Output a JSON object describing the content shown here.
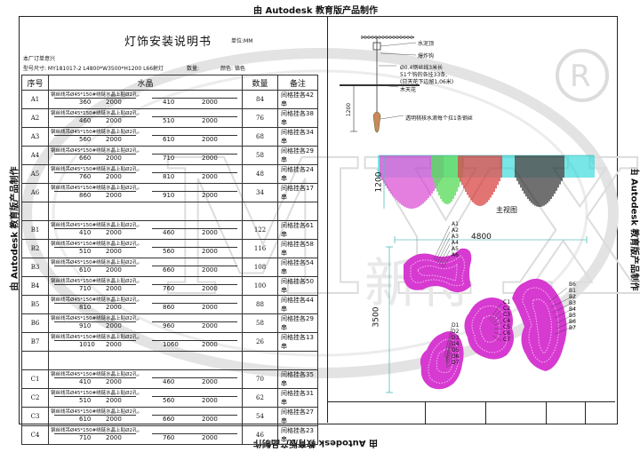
{
  "edu_banner": "由 Autodesk 教育版产品制作",
  "left_title": "灯饰安装说明书",
  "unit": "单位:MM",
  "factory_label": "本厂订单意兴",
  "model_line": "型号尺寸: MY181017-2 L4800*W3500*H1200 L66射灯",
  "qty_label": "数量:",
  "color_label": "颜色: 铬色",
  "headers": [
    "序号",
    "水晶",
    "数量",
    "备注"
  ],
  "wire_desc": "钢丝线吊Ø45*150#绕链水晶上贴Ø2孔。",
  "groups": [
    {
      "rows": [
        {
          "code": "A1",
          "l1": "360",
          "l2": "2000",
          "r1": "410",
          "r2": "2000",
          "qty": "84",
          "note": "间格挂各42串"
        },
        {
          "code": "A2",
          "l1": "460",
          "l2": "2000",
          "r1": "510",
          "r2": "2000",
          "qty": "76",
          "note": "间格挂各38串"
        },
        {
          "code": "A3",
          "l1": "560",
          "l2": "2000",
          "r1": "610",
          "r2": "2000",
          "qty": "68",
          "note": "间格挂各34串"
        },
        {
          "code": "A4",
          "l1": "660",
          "l2": "2000",
          "r1": "710",
          "r2": "2000",
          "qty": "58",
          "note": "间格挂各29串"
        },
        {
          "code": "A5",
          "l1": "760",
          "l2": "2000",
          "r1": "810",
          "r2": "2000",
          "qty": "48",
          "note": "间格挂各24串"
        },
        {
          "code": "A6",
          "l1": "860",
          "l2": "2000",
          "r1": "910",
          "r2": "2000",
          "qty": "34",
          "note": "间格挂各17串"
        }
      ]
    },
    {
      "rows": [
        {
          "code": "B1",
          "l1": "410",
          "l2": "2000",
          "r1": "460",
          "r2": "2000",
          "qty": "122",
          "note": "间格挂各61串"
        },
        {
          "code": "B2",
          "l1": "510",
          "l2": "2000",
          "r1": "560",
          "r2": "2000",
          "qty": "116",
          "note": "间格挂各58串"
        },
        {
          "code": "B3",
          "l1": "610",
          "l2": "2000",
          "r1": "660",
          "r2": "2000",
          "qty": "108",
          "note": "间格挂各54串"
        },
        {
          "code": "B4",
          "l1": "710",
          "l2": "2000",
          "r1": "760",
          "r2": "2000",
          "qty": "100",
          "note": "间格挂各50串"
        },
        {
          "code": "B5",
          "l1": "810",
          "l2": "2000",
          "r1": "860",
          "r2": "2000",
          "qty": "88",
          "note": "间格挂各44串"
        },
        {
          "code": "B6",
          "l1": "910",
          "l2": "2000",
          "r1": "960",
          "r2": "2000",
          "qty": "58",
          "note": "间格挂各29串"
        },
        {
          "code": "B7",
          "l1": "1010",
          "l2": "2000",
          "r1": "1060",
          "r2": "2000",
          "qty": "26",
          "note": "间格挂各13串"
        }
      ]
    },
    {
      "rows": [
        {
          "code": "C1",
          "l1": "410",
          "l2": "2000",
          "r1": "460",
          "r2": "2000",
          "qty": "70",
          "note": "间格挂各35串"
        },
        {
          "code": "C2",
          "l1": "510",
          "l2": "2000",
          "r1": "560",
          "r2": "2000",
          "qty": "62",
          "note": "间格挂各31串"
        },
        {
          "code": "C3",
          "l1": "610",
          "l2": "2000",
          "r1": "660",
          "r2": "2000",
          "qty": "54",
          "note": "间格挂各27串"
        },
        {
          "code": "C4",
          "l1": "710",
          "l2": "2000",
          "r1": "760",
          "r2": "2000",
          "qty": "46",
          "note": "间格挂各23串"
        }
      ]
    }
  ],
  "callouts": {
    "ceiling": "水泥顶",
    "screw": "爆炸钩",
    "wire_a": "Ø0.4钢丝线3米长",
    "wire_b": "51个钩的各挂33条,",
    "wire_c": "(日天花下边留1,06米)",
    "ceiling_plate": "木天花",
    "crystal": "透明桃核水滴每个拉1条钢丝",
    "dim_1200a": "1200",
    "dim_1200b": "1200",
    "front_view": "主视图",
    "dim_4800": "4800",
    "dim_3500": "3500"
  },
  "labels_a": [
    "A1",
    "A2",
    "A3",
    "A4",
    "A5",
    "A6"
  ],
  "labels_b": [
    "B6",
    "B1",
    "B2",
    "B3",
    "B4",
    "B5",
    "B6",
    "B7"
  ],
  "labels_c": [
    "C1",
    "C2",
    "C3",
    "C4",
    "C5",
    "C6",
    "C7"
  ],
  "labels_d": [
    "D1",
    "D2",
    "D3",
    "D4",
    "D5",
    "D6",
    "D7"
  ],
  "watermark": "MYX",
  "watermark_cn": "新特",
  "colors": {
    "magenta": "#d63ad0",
    "cyan": "#2fd8d8",
    "green": "#3ad43a",
    "red": "#d42a2a",
    "black": "#222222",
    "dim": "#1aa3a3"
  }
}
